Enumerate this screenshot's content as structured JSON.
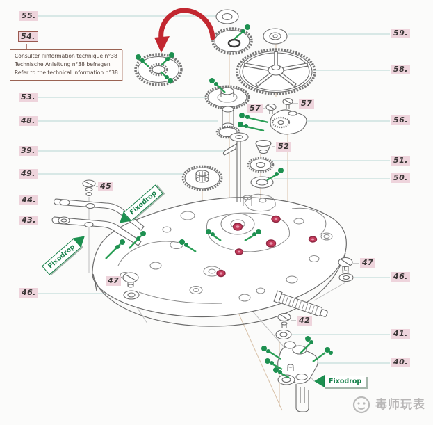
{
  "note_box": {
    "lines": [
      "Consulter l'information technique n°38",
      "Technische Anleitung n°38 befragen",
      "Refer to the technical information n°38"
    ]
  },
  "labels": {
    "l55": "55.",
    "l54": "54.",
    "l53": "53.",
    "l48": "48.",
    "l39": "39.",
    "l49": "49.",
    "l44": "44.",
    "l43": "43.",
    "l45": "45",
    "l47_left": "47",
    "l46_left": "46.",
    "l59": "59.",
    "l58": "58.",
    "l57_left": "57",
    "l57_right": "57",
    "l56": "56.",
    "l52": "52",
    "l51": "51.",
    "l50": "50.",
    "l47_right": "47",
    "l46_right": "46.",
    "l42": "42",
    "l41": "41.",
    "l40": "40."
  },
  "fixodrop": {
    "upper": "Fixodrop",
    "lower": "Fixodrop",
    "bottom": "Fixodrop"
  },
  "watermark": {
    "text": "毒师玩表"
  },
  "colors": {
    "label_bg": "#eed4dc",
    "label_text": "#3a3636",
    "leader_line": "#c3dcda",
    "axis_line": "#d9c2a9",
    "outline_gray": "#6b6b6b",
    "screw_green": "#1d9050",
    "red_arrow": "#c22730",
    "jewel_red": "#c23a5a",
    "note_border": "#9a6353",
    "fixodrop_green": "#17814a",
    "watermark_gray": "#b0aeae"
  }
}
